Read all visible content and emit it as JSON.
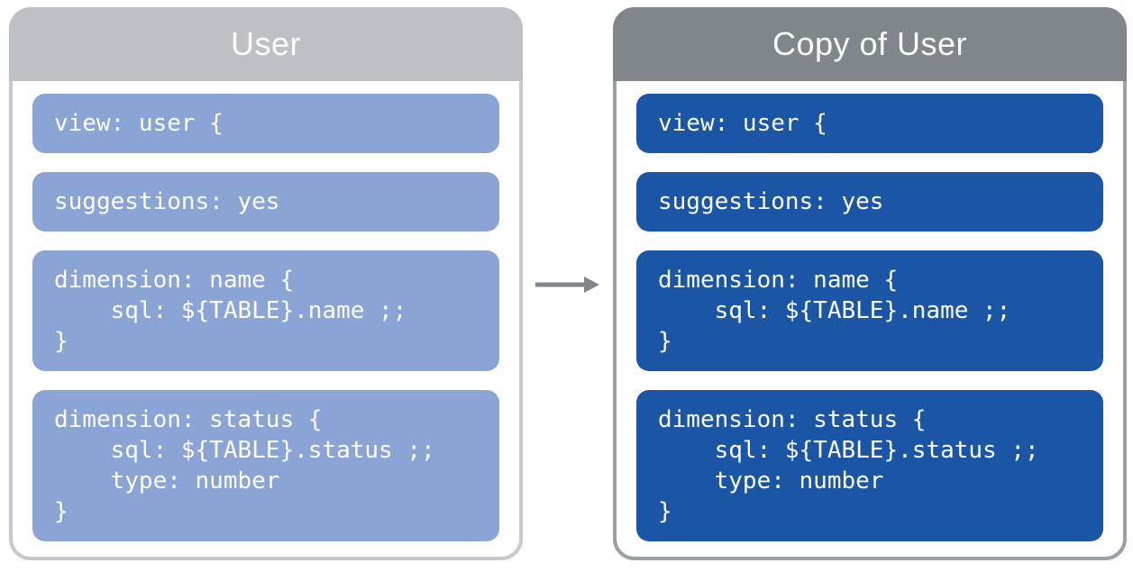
{
  "theme": {
    "page_bg": "#ffffff",
    "text_on_blocks": "#ffffff",
    "left_header": "#bdc1c6",
    "left_border": "#c6c9cd",
    "left_block": "#8ba4d6",
    "right_header": "#80868b",
    "right_border": "#9aa0a6",
    "right_block": "#1a56a5",
    "arrow": "#80868b"
  },
  "panels": [
    {
      "id": "user",
      "title": "User",
      "blocks": [
        {
          "lines": [
            "view: user {"
          ]
        },
        {
          "lines": [
            "suggestions: yes"
          ]
        },
        {
          "lines": [
            "dimension: name {",
            "    sql: ${TABLE}.name ;;",
            "}"
          ]
        },
        {
          "lines": [
            "dimension: status {",
            "    sql: ${TABLE}.status ;;",
            "    type: number",
            "}"
          ]
        }
      ]
    },
    {
      "id": "copy-of-user",
      "title": "Copy of User",
      "blocks": [
        {
          "lines": [
            "view: user {"
          ]
        },
        {
          "lines": [
            "suggestions: yes"
          ]
        },
        {
          "lines": [
            "dimension: name {",
            "    sql: ${TABLE}.name ;;",
            "}"
          ]
        },
        {
          "lines": [
            "dimension: status {",
            "    sql: ${TABLE}.status ;;",
            "    type: number",
            "}"
          ]
        }
      ]
    }
  ],
  "arrow": {
    "direction": "right",
    "meaning": "copy transformation from User to Copy of User"
  }
}
